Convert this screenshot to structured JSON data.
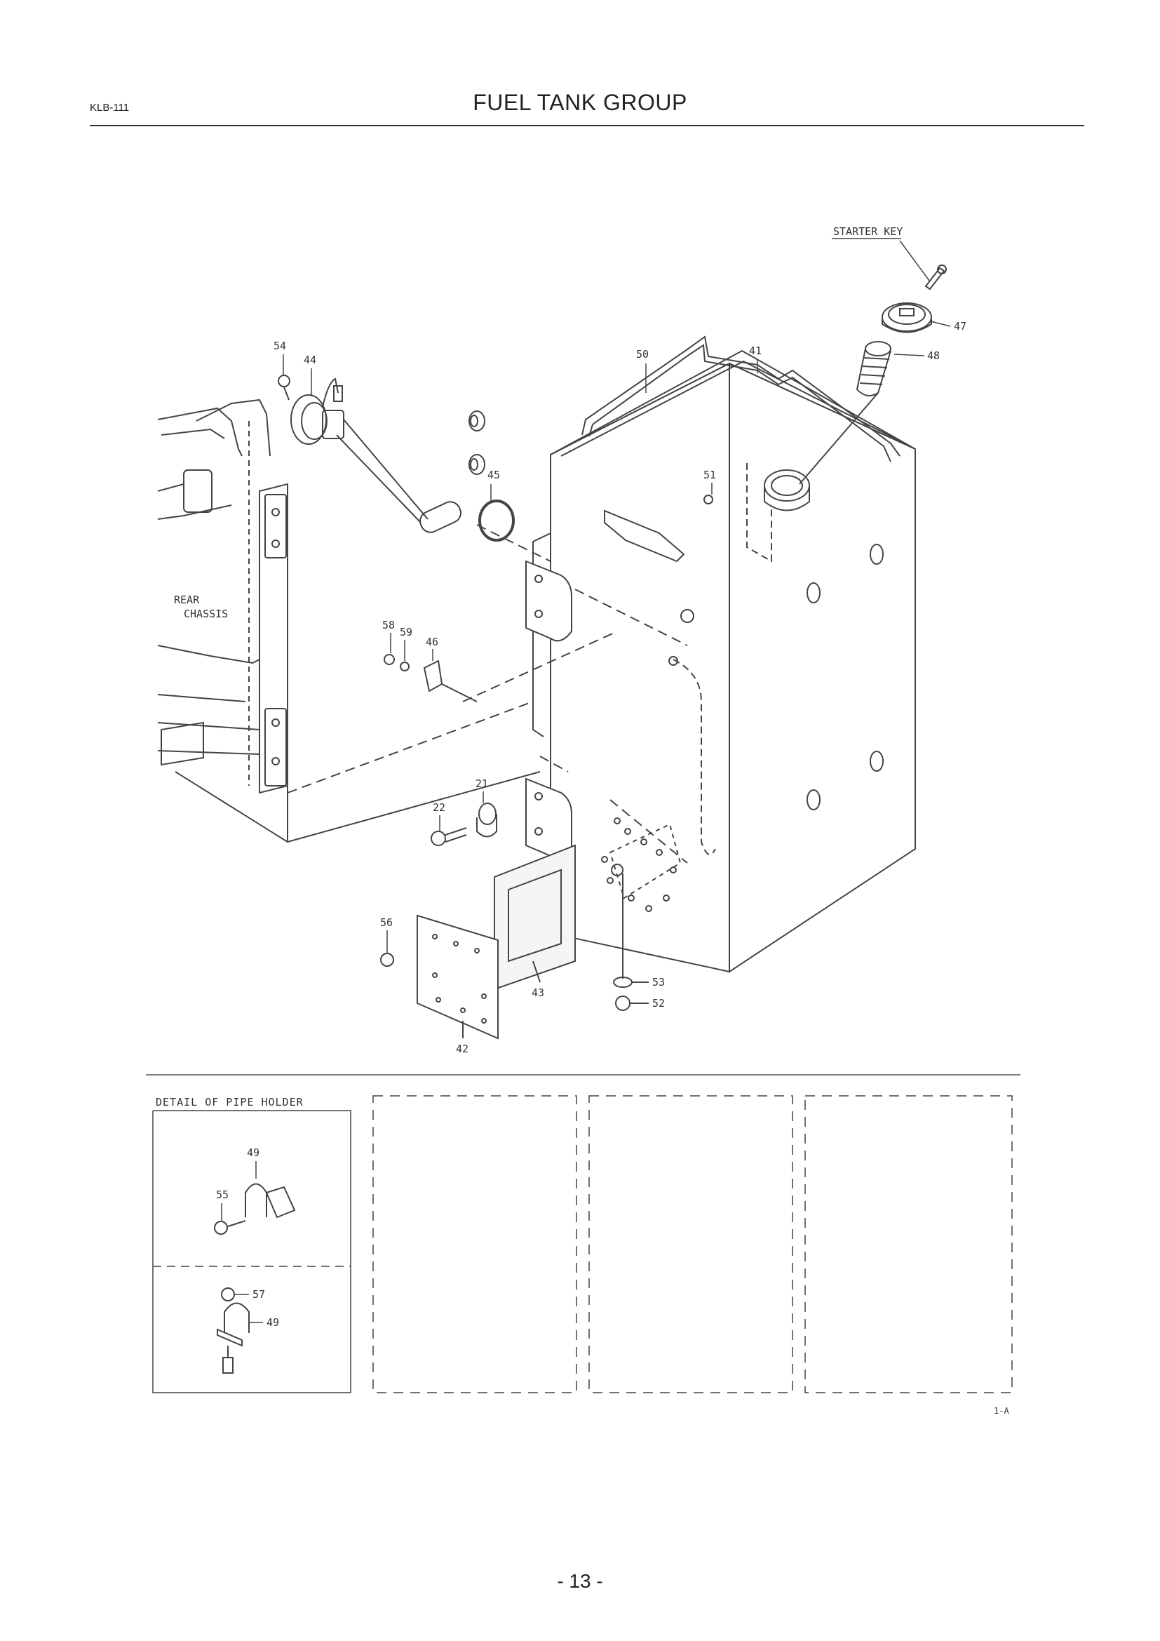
{
  "header": {
    "code": "KLB-111",
    "title": "FUEL TANK GROUP"
  },
  "labels": {
    "starter_key": "STARTER KEY",
    "rear_chassis_1": "REAR",
    "rear_chassis_2": "CHASSIS",
    "p47": "47",
    "p48": "48",
    "p50": "50",
    "p41": "41",
    "p54": "54",
    "p44": "44",
    "p45": "45",
    "p51": "51",
    "p58": "58",
    "p59": "59",
    "p46": "46",
    "p21": "21",
    "p22": "22",
    "p56": "56",
    "p43": "43",
    "p42": "42",
    "p53": "53",
    "p52": "52"
  },
  "detail": {
    "title": "DETAIL OF PIPE HOLDER",
    "p49a": "49",
    "p55": "55",
    "p57": "57",
    "p49b": "49"
  },
  "figure_code": "1-A",
  "page_number": "- 13 -"
}
